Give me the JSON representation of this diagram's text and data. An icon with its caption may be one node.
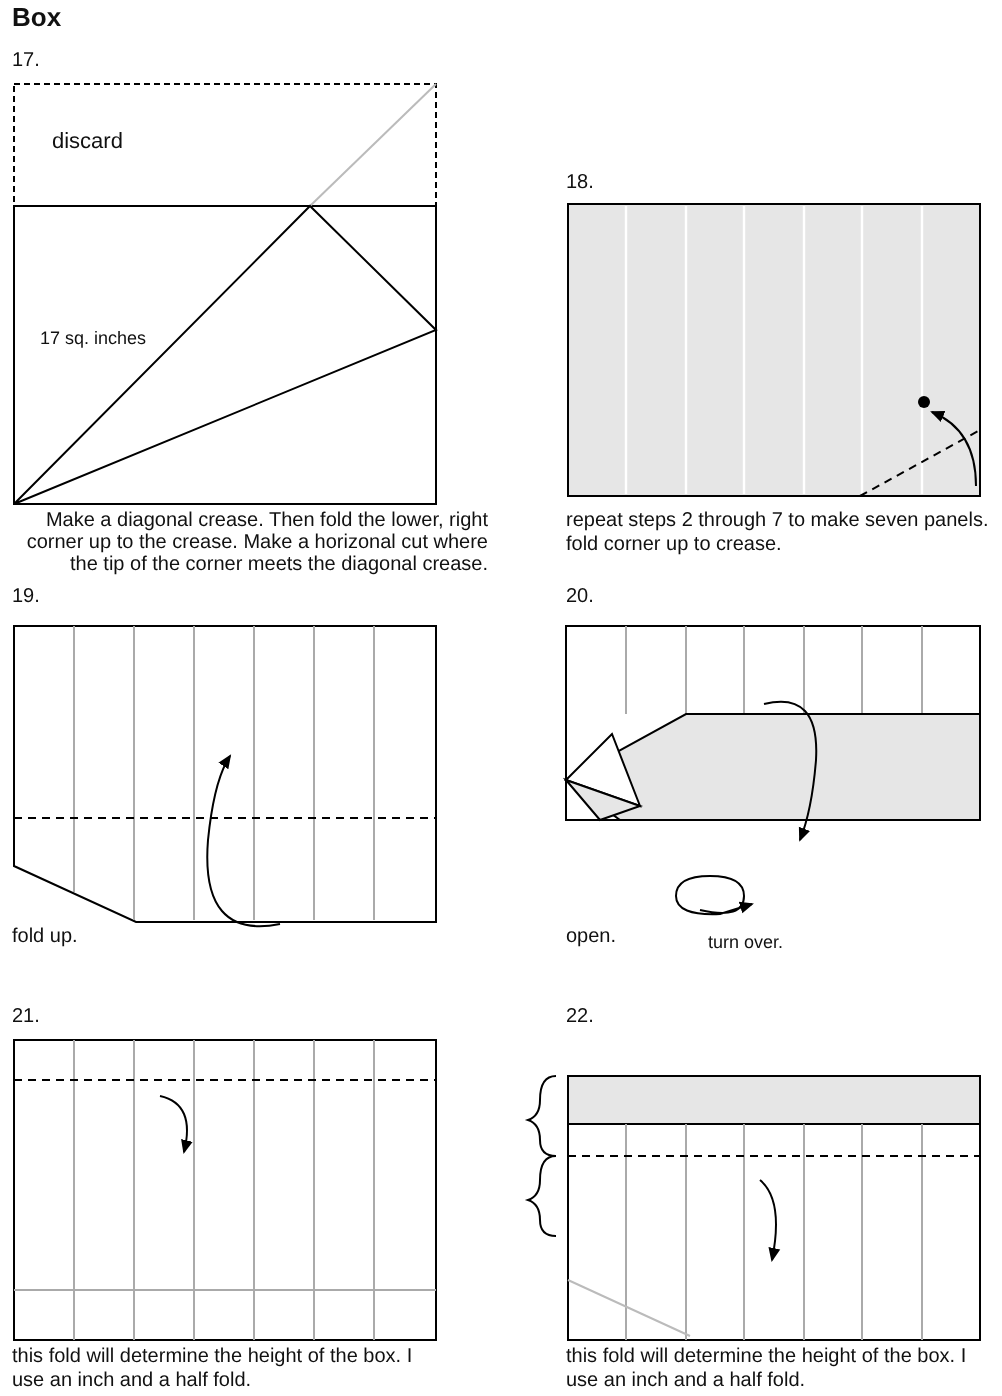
{
  "diagram": {
    "title": "Box",
    "labels": [
      "17.",
      "discard",
      "17 sq. inches",
      "Make a diagonal crease.  Then fold the lower, right corner up to the crease. Make a horizonal cut where the tip of the corner meets the diagonal crease.",
      "18.",
      "repeat steps 2 through 7 to make seven panels. fold corner up to crease.",
      "19.",
      "20.",
      "fold up.",
      "open.",
      "turn over.",
      "21.",
      "22.",
      "this fold will determine the height of the box.  I use an inch and a half fold.",
      "this fold will determine the height of the box.  I use an inch and a half fold."
    ]
  }
}
